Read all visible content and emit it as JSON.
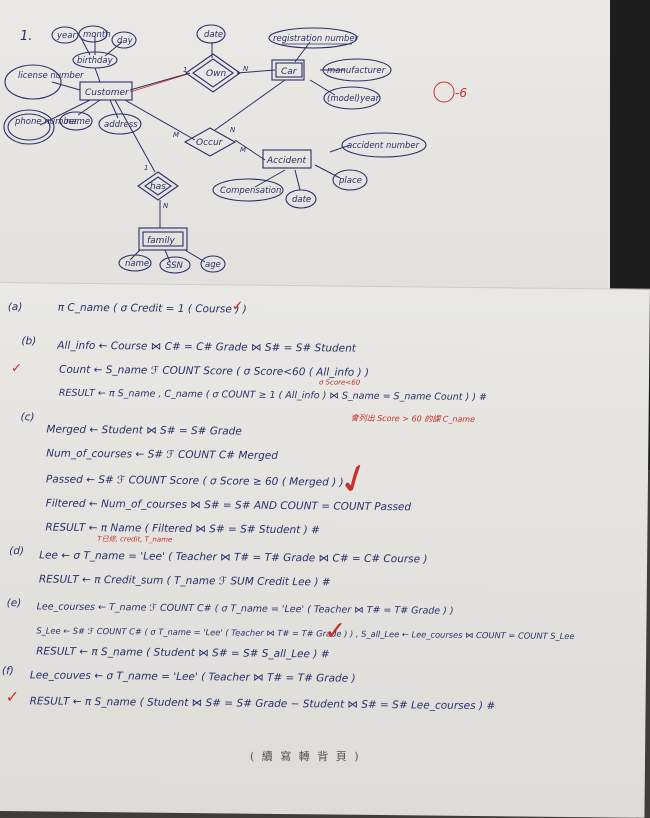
{
  "diagram": {
    "number": "1.",
    "entities": {
      "customer": "Customer",
      "car": "Car",
      "accident": "Accident",
      "family": "family"
    },
    "relationships": {
      "own": "Own",
      "occur": "Occur",
      "has": "has"
    },
    "attributes": {
      "year": "year",
      "month": "month",
      "day": "day",
      "birthday": "birthday",
      "license_number": "license number",
      "phone_number": "phone number",
      "name": "name",
      "address": "address",
      "date_own": "date",
      "registration_number": "registration number",
      "manufacturer": "manufacturer",
      "model_year": "(model)year",
      "accident_number": "accident number",
      "place": "place",
      "compensation": "Compensation",
      "date_accident": "date",
      "family_name": "name",
      "ssn": "SSN",
      "age": "age"
    },
    "cardinalities": {
      "customer_own": "1",
      "own_car": "N",
      "customer_occur": "M",
      "occur_car": "N",
      "occur_accident": "M",
      "customer_has": "1",
      "has_family": "N"
    },
    "score_mark": "-6"
  },
  "answers": {
    "a_label": "(a)",
    "a_1": "π C_name ( σ Credit = 1 ( Course ) )",
    "b_label": "(b)",
    "b_1": "All_info ← Course ⋈ C# = C# Grade ⋈ S# = S# Student",
    "b_2": "Count ← S_name ℱ COUNT Score ( σ Score<60 ( All_info ) )",
    "b_3": "RESULT ← π S_name , C_name ( σ COUNT ≥ 1 ( All_info ) ⋈ S_name = S_name Count ) ) #",
    "b_note_1": "σ Score<60",
    "b_note_2": "會列出 Score > 60 的課 C_name",
    "c_label": "(c)",
    "c_1": "Merged ← Student ⋈ S# = S# Grade",
    "c_2": "Num_of_courses ← S# ℱ COUNT C# Merged",
    "c_3": "Passed ← S# ℱ COUNT Score ( σ Score ≥ 60 ( Merged ) )",
    "c_4": "Filtered ← Num_of_courses ⋈ S# = S# AND COUNT = COUNT Passed",
    "c_5": "RESULT ← π Name ( Filtered ⋈ S# = S# Student ) #",
    "c_note": "T已修, credit, T_name",
    "d_label": "(d)",
    "d_1": "Lee ← σ T_name = 'Lee' ( Teacher ⋈ T# = T# Grade ⋈ C# = C# Course )",
    "d_2": "RESULT ← π Credit_sum ( T_name ℱ SUM Credit Lee ) #",
    "e_label": "(e)",
    "e_1": "Lee_courses ← T_name ℱ COUNT C# ( σ T_name = 'Lee' ( Teacher ⋈ T# = T# Grade ) )",
    "e_2": "S_Lee ← S# ℱ COUNT C# ( σ T_name = 'Lee' ( Teacher ⋈ T# = T# Grade ) ) , S_all_Lee ← Lee_courses ⋈ COUNT = COUNT S_Lee",
    "e_3": "RESULT ← π S_name ( Student ⋈ S# = S# S_all_Lee ) #",
    "f_label": "(f)",
    "f_1": "Lee_couves ← σ T_name = 'Lee' ( Teacher ⋈ T# = T# Grade )",
    "f_2": "RESULT ← π S_name ( Student ⋈ S# = S# Grade − Student ⋈ S# = S# Lee_courses ) #"
  },
  "footer": "( 續 寫 轉 背 頁 )",
  "colors": {
    "ink": "#2a2f6a",
    "red_ink": "#c8302c",
    "paper": "#e6e4e0",
    "background": "#3e3d3a"
  }
}
